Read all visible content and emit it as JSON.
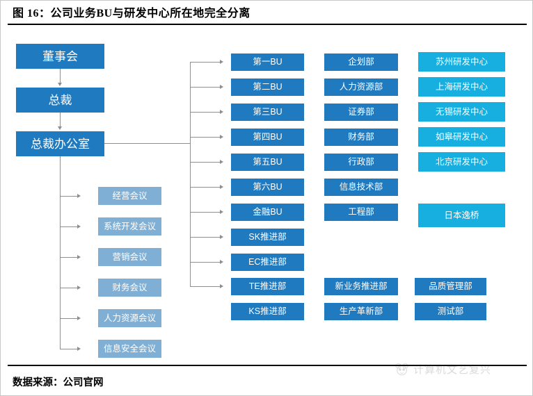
{
  "header": {
    "title": "图 16：公司业务BU与研发中心所在地完全分离"
  },
  "footer": {
    "source": "数据来源：公司官网",
    "watermark": "计算机文艺复兴",
    "watermark_icon": "panda-logo-icon"
  },
  "colors": {
    "dark_blue": "#1f7ac0",
    "light_blue": "#7fafd4",
    "cyan": "#17aee0",
    "connector": "#8e8e8e",
    "rule": "#000000"
  },
  "chart_data": {
    "type": "diagram",
    "title": "图 16：公司业务BU与研发中心所在地完全分离",
    "diagram_kind": "organization-chart",
    "columns": [
      {
        "name": "executive-chain",
        "color": "#1f7ac0",
        "nodes": [
          "董事会",
          "总裁",
          "总裁办公室"
        ]
      },
      {
        "name": "committees",
        "color": "#7fafd4",
        "parent": "总裁办公室",
        "nodes": [
          "经营会议",
          "系统开发会议",
          "营销会议",
          "财务会议",
          "人力资源会议",
          "信息安全会议"
        ]
      },
      {
        "name": "business-units",
        "color": "#1f7ac0",
        "parent": "总裁办公室",
        "nodes": [
          "第一BU",
          "第二BU",
          "第三BU",
          "第四BU",
          "第五BU",
          "第六BU",
          "金融BU",
          "SK推进部",
          "EC推进部",
          "TE推进部",
          "KS推进部"
        ]
      },
      {
        "name": "departments",
        "color": "#1f7ac0",
        "nodes": [
          "企划部",
          "人力资源部",
          "证券部",
          "财务部",
          "行政部",
          "信息技术部",
          "工程部"
        ]
      },
      {
        "name": "departments-extra",
        "color": "#1f7ac0",
        "nodes": [
          "新业务推进部",
          "生产革新部"
        ]
      },
      {
        "name": "rd-centers",
        "color": "#17aee0",
        "nodes": [
          "苏州研发中心",
          "上海研发中心",
          "无锡研发中心",
          "如皋研发中心",
          "北京研发中心",
          "日本逸桥"
        ]
      },
      {
        "name": "quality-units",
        "color": "#1f7ac0",
        "nodes": [
          "品质管理部",
          "测试部"
        ]
      }
    ]
  },
  "exec": {
    "nodes": [
      {
        "label": "董事会"
      },
      {
        "label": "总裁"
      },
      {
        "label": "总裁办公室"
      }
    ]
  },
  "committees": {
    "items": [
      {
        "label": "经营会议"
      },
      {
        "label": "系统开发会议"
      },
      {
        "label": "营销会议"
      },
      {
        "label": "财务会议"
      },
      {
        "label": "人力资源会议"
      },
      {
        "label": "信息安全会议"
      }
    ]
  },
  "business_units": {
    "items": [
      {
        "label": "第一BU"
      },
      {
        "label": "第二BU"
      },
      {
        "label": "第三BU"
      },
      {
        "label": "第四BU"
      },
      {
        "label": "第五BU"
      },
      {
        "label": "第六BU"
      },
      {
        "label": "金融BU"
      },
      {
        "label": "SK推进部"
      },
      {
        "label": "EC推进部"
      },
      {
        "label": "TE推进部"
      },
      {
        "label": "KS推进部"
      }
    ]
  },
  "departments": {
    "items": [
      {
        "label": "企划部"
      },
      {
        "label": "人力资源部"
      },
      {
        "label": "证券部"
      },
      {
        "label": "财务部"
      },
      {
        "label": "行政部"
      },
      {
        "label": "信息技术部"
      },
      {
        "label": "工程部"
      }
    ],
    "extra": [
      {
        "label": "新业务推进部"
      },
      {
        "label": "生产革新部"
      }
    ]
  },
  "rd_centers": {
    "items": [
      {
        "label": "苏州研发中心"
      },
      {
        "label": "上海研发中心"
      },
      {
        "label": "无锡研发中心"
      },
      {
        "label": "如皋研发中心"
      },
      {
        "label": "北京研发中心"
      },
      {
        "label": "日本逸桥"
      }
    ]
  },
  "quality": {
    "items": [
      {
        "label": "品质管理部"
      },
      {
        "label": "测试部"
      }
    ]
  }
}
